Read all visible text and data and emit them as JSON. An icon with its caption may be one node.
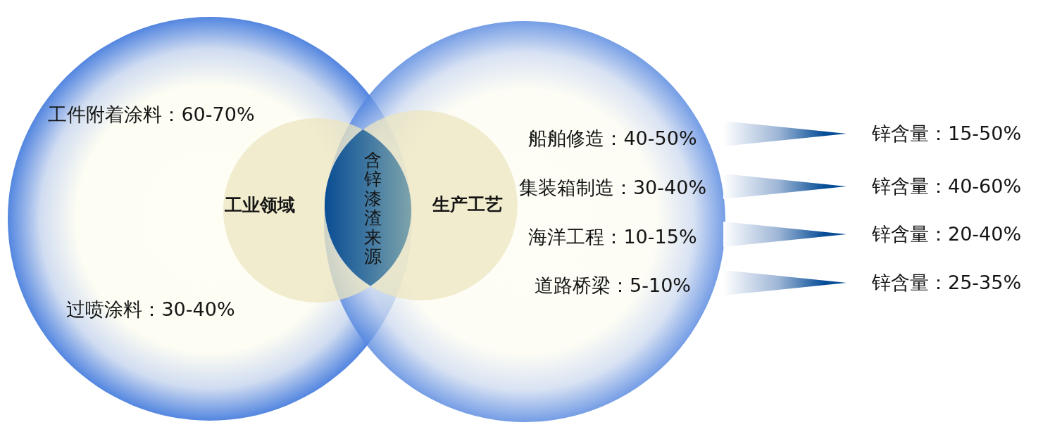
{
  "diagram": {
    "nodes": [
      {
        "text": [
          "工件附着涂料：60-70%",
          "过喷涂料：30-40%"
        ]
      },
      {
        "text": [
          "工业领域"
        ],
        "in": 0
      },
      {
        "text": [
          "含锌漆渣来源"
        ]
      },
      {
        "text": [
          "生产工艺"
        ],
        "in": 4
      },
      {
        "text": [],
        "shape": "circle"
      },
      {
        "text": [
          "船舶修造：40-50%"
        ],
        "in": 4
      },
      {
        "text": [
          "集装箱制造：30-40%"
        ],
        "in": 4
      },
      {
        "text": [
          "海洋工程：10-15%"
        ],
        "in": 4
      },
      {
        "text": [
          "道路桥梁：5-10%"
        ],
        "in": 4
      },
      {
        "text": [
          "锌含量：15-50%"
        ]
      },
      {
        "text": [
          "锌含量：40-60%"
        ]
      },
      {
        "text": [
          "锌含量：20-40%"
        ]
      },
      {
        "text": [
          "锌含量：25-35%"
        ]
      }
    ],
    "edges": [
      {
        "from": 5,
        "to": 9,
        "arrow": "to"
      },
      {
        "from": 6,
        "to": 10,
        "arrow": "to"
      },
      {
        "from": 7,
        "to": 11,
        "arrow": "to"
      },
      {
        "from": 8,
        "to": 12,
        "arrow": "to"
      }
    ]
  }
}
